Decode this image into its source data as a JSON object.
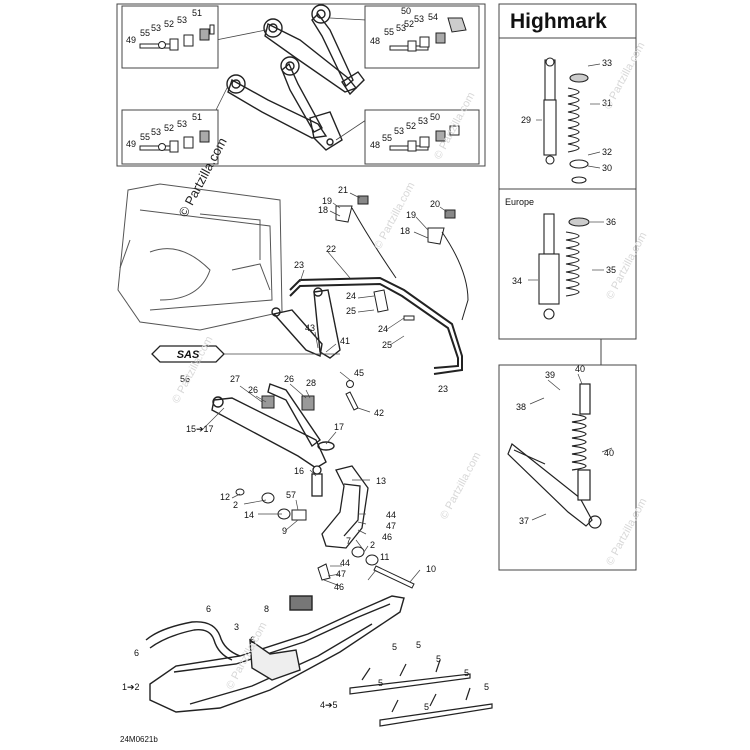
{
  "title": "Highmark",
  "europe_label": "Europe",
  "drawing_code": "24M0621b",
  "logo_text": "SAS",
  "watermark": "© Partzilla.com",
  "callouts": {
    "b1": [
      "51",
      "53",
      "52",
      "53",
      "55",
      "49"
    ],
    "b2": [
      "54",
      "50",
      "53",
      "52",
      "53",
      "55",
      "48"
    ],
    "b3": [
      "51",
      "53",
      "52",
      "53",
      "55",
      "49"
    ],
    "b4": [
      "50",
      "53",
      "52",
      "53",
      "55",
      "48"
    ],
    "shock": [
      "33",
      "31",
      "29",
      "32",
      "30",
      "36",
      "35",
      "34"
    ],
    "rear": [
      "39",
      "40",
      "38",
      "40",
      "37"
    ],
    "main": [
      "21",
      "19",
      "18",
      "20",
      "19",
      "18",
      "22",
      "23",
      "24",
      "25",
      "24",
      "25",
      "43",
      "41",
      "56",
      "45",
      "27",
      "26",
      "28",
      "26",
      "42",
      "15➔17",
      "17",
      "23",
      "16",
      "13",
      "12",
      "2",
      "14",
      "57",
      "9",
      "44",
      "47",
      "46",
      "7",
      "2",
      "11",
      "44",
      "47",
      "46",
      "10",
      "8",
      "6",
      "3",
      "6",
      "6",
      "1➔2",
      "5",
      "5",
      "5",
      "5",
      "5",
      "4➔5",
      "5",
      "5"
    ]
  }
}
